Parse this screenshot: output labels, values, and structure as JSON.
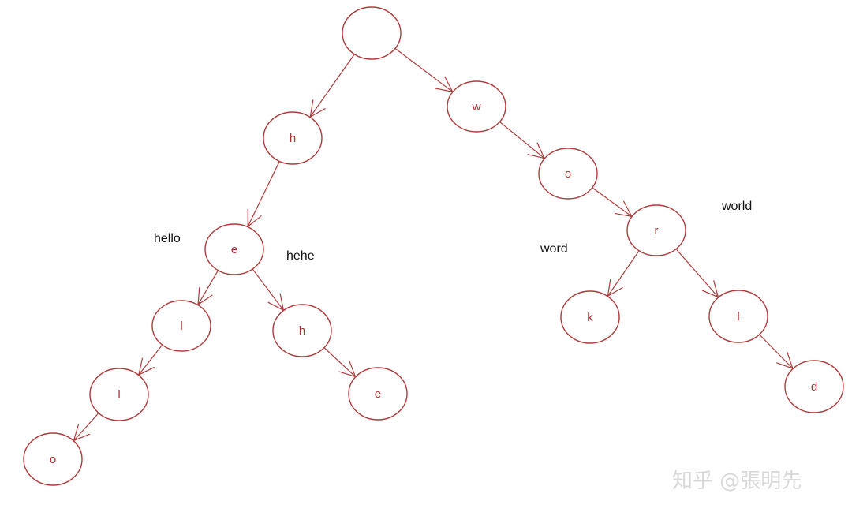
{
  "diagram": {
    "colors": {
      "stroke": "#b03a3a",
      "letter": "#a83232",
      "label": "#111111",
      "watermark": "#d8d8d8"
    },
    "nodes": [
      {
        "id": "root",
        "letter": ""
      },
      {
        "id": "h1",
        "letter": "h"
      },
      {
        "id": "e1",
        "letter": "e"
      },
      {
        "id": "l1",
        "letter": "l"
      },
      {
        "id": "l2",
        "letter": "l"
      },
      {
        "id": "o1",
        "letter": "o"
      },
      {
        "id": "h2",
        "letter": "h"
      },
      {
        "id": "e2",
        "letter": "e"
      },
      {
        "id": "w",
        "letter": "w"
      },
      {
        "id": "o2",
        "letter": "o"
      },
      {
        "id": "r",
        "letter": "r"
      },
      {
        "id": "k",
        "letter": "k"
      },
      {
        "id": "l3",
        "letter": "l"
      },
      {
        "id": "d",
        "letter": "d"
      }
    ],
    "edges": [
      {
        "from": "root",
        "to": "h1"
      },
      {
        "from": "root",
        "to": "w"
      },
      {
        "from": "h1",
        "to": "e1"
      },
      {
        "from": "e1",
        "to": "l1"
      },
      {
        "from": "e1",
        "to": "h2"
      },
      {
        "from": "l1",
        "to": "l2"
      },
      {
        "from": "l2",
        "to": "o1"
      },
      {
        "from": "h2",
        "to": "e2"
      },
      {
        "from": "w",
        "to": "o2"
      },
      {
        "from": "o2",
        "to": "r"
      },
      {
        "from": "r",
        "to": "k"
      },
      {
        "from": "r",
        "to": "l3"
      },
      {
        "from": "l3",
        "to": "d"
      }
    ],
    "labels": {
      "hello": "hello",
      "hehe": "hehe",
      "word": "word",
      "world": "world"
    },
    "watermark": "知乎 @張明先"
  }
}
